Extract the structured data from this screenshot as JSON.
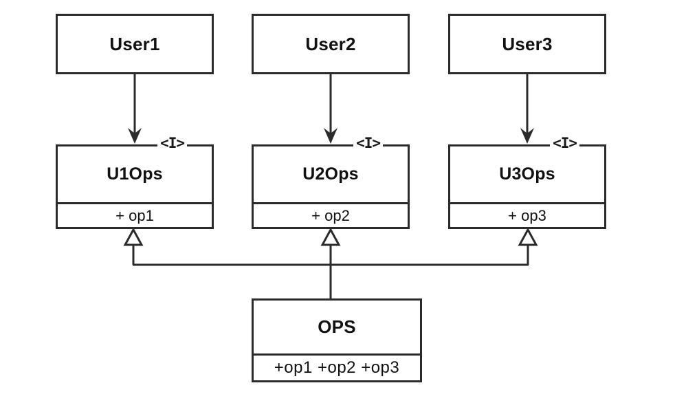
{
  "diagram": {
    "type": "uml-class-diagram",
    "background_color": "#ffffff",
    "line_color": "#2b2b2b",
    "text_color": "#111111",
    "stereotype_label": "<I>",
    "actors": [
      {
        "name": "User1"
      },
      {
        "name": "User2"
      },
      {
        "name": "User3"
      }
    ],
    "interfaces": [
      {
        "name": "U1Ops",
        "operation": "+ op1"
      },
      {
        "name": "U2Ops",
        "operation": "+ op2"
      },
      {
        "name": "U3Ops",
        "operation": "+ op3"
      }
    ],
    "implementation": {
      "name": "OPS",
      "operations": "+op1 +op2 +op3"
    },
    "relationships": [
      {
        "from": "User1",
        "to": "U1Ops",
        "kind": "dependency",
        "arrowhead": "filled"
      },
      {
        "from": "User2",
        "to": "U2Ops",
        "kind": "dependency",
        "arrowhead": "filled"
      },
      {
        "from": "User3",
        "to": "U3Ops",
        "kind": "dependency",
        "arrowhead": "filled"
      },
      {
        "from": "OPS",
        "to": "U1Ops",
        "kind": "realization",
        "arrowhead": "hollow-triangle"
      },
      {
        "from": "OPS",
        "to": "U2Ops",
        "kind": "realization",
        "arrowhead": "hollow-triangle"
      },
      {
        "from": "OPS",
        "to": "U3Ops",
        "kind": "realization",
        "arrowhead": "hollow-triangle"
      }
    ]
  }
}
